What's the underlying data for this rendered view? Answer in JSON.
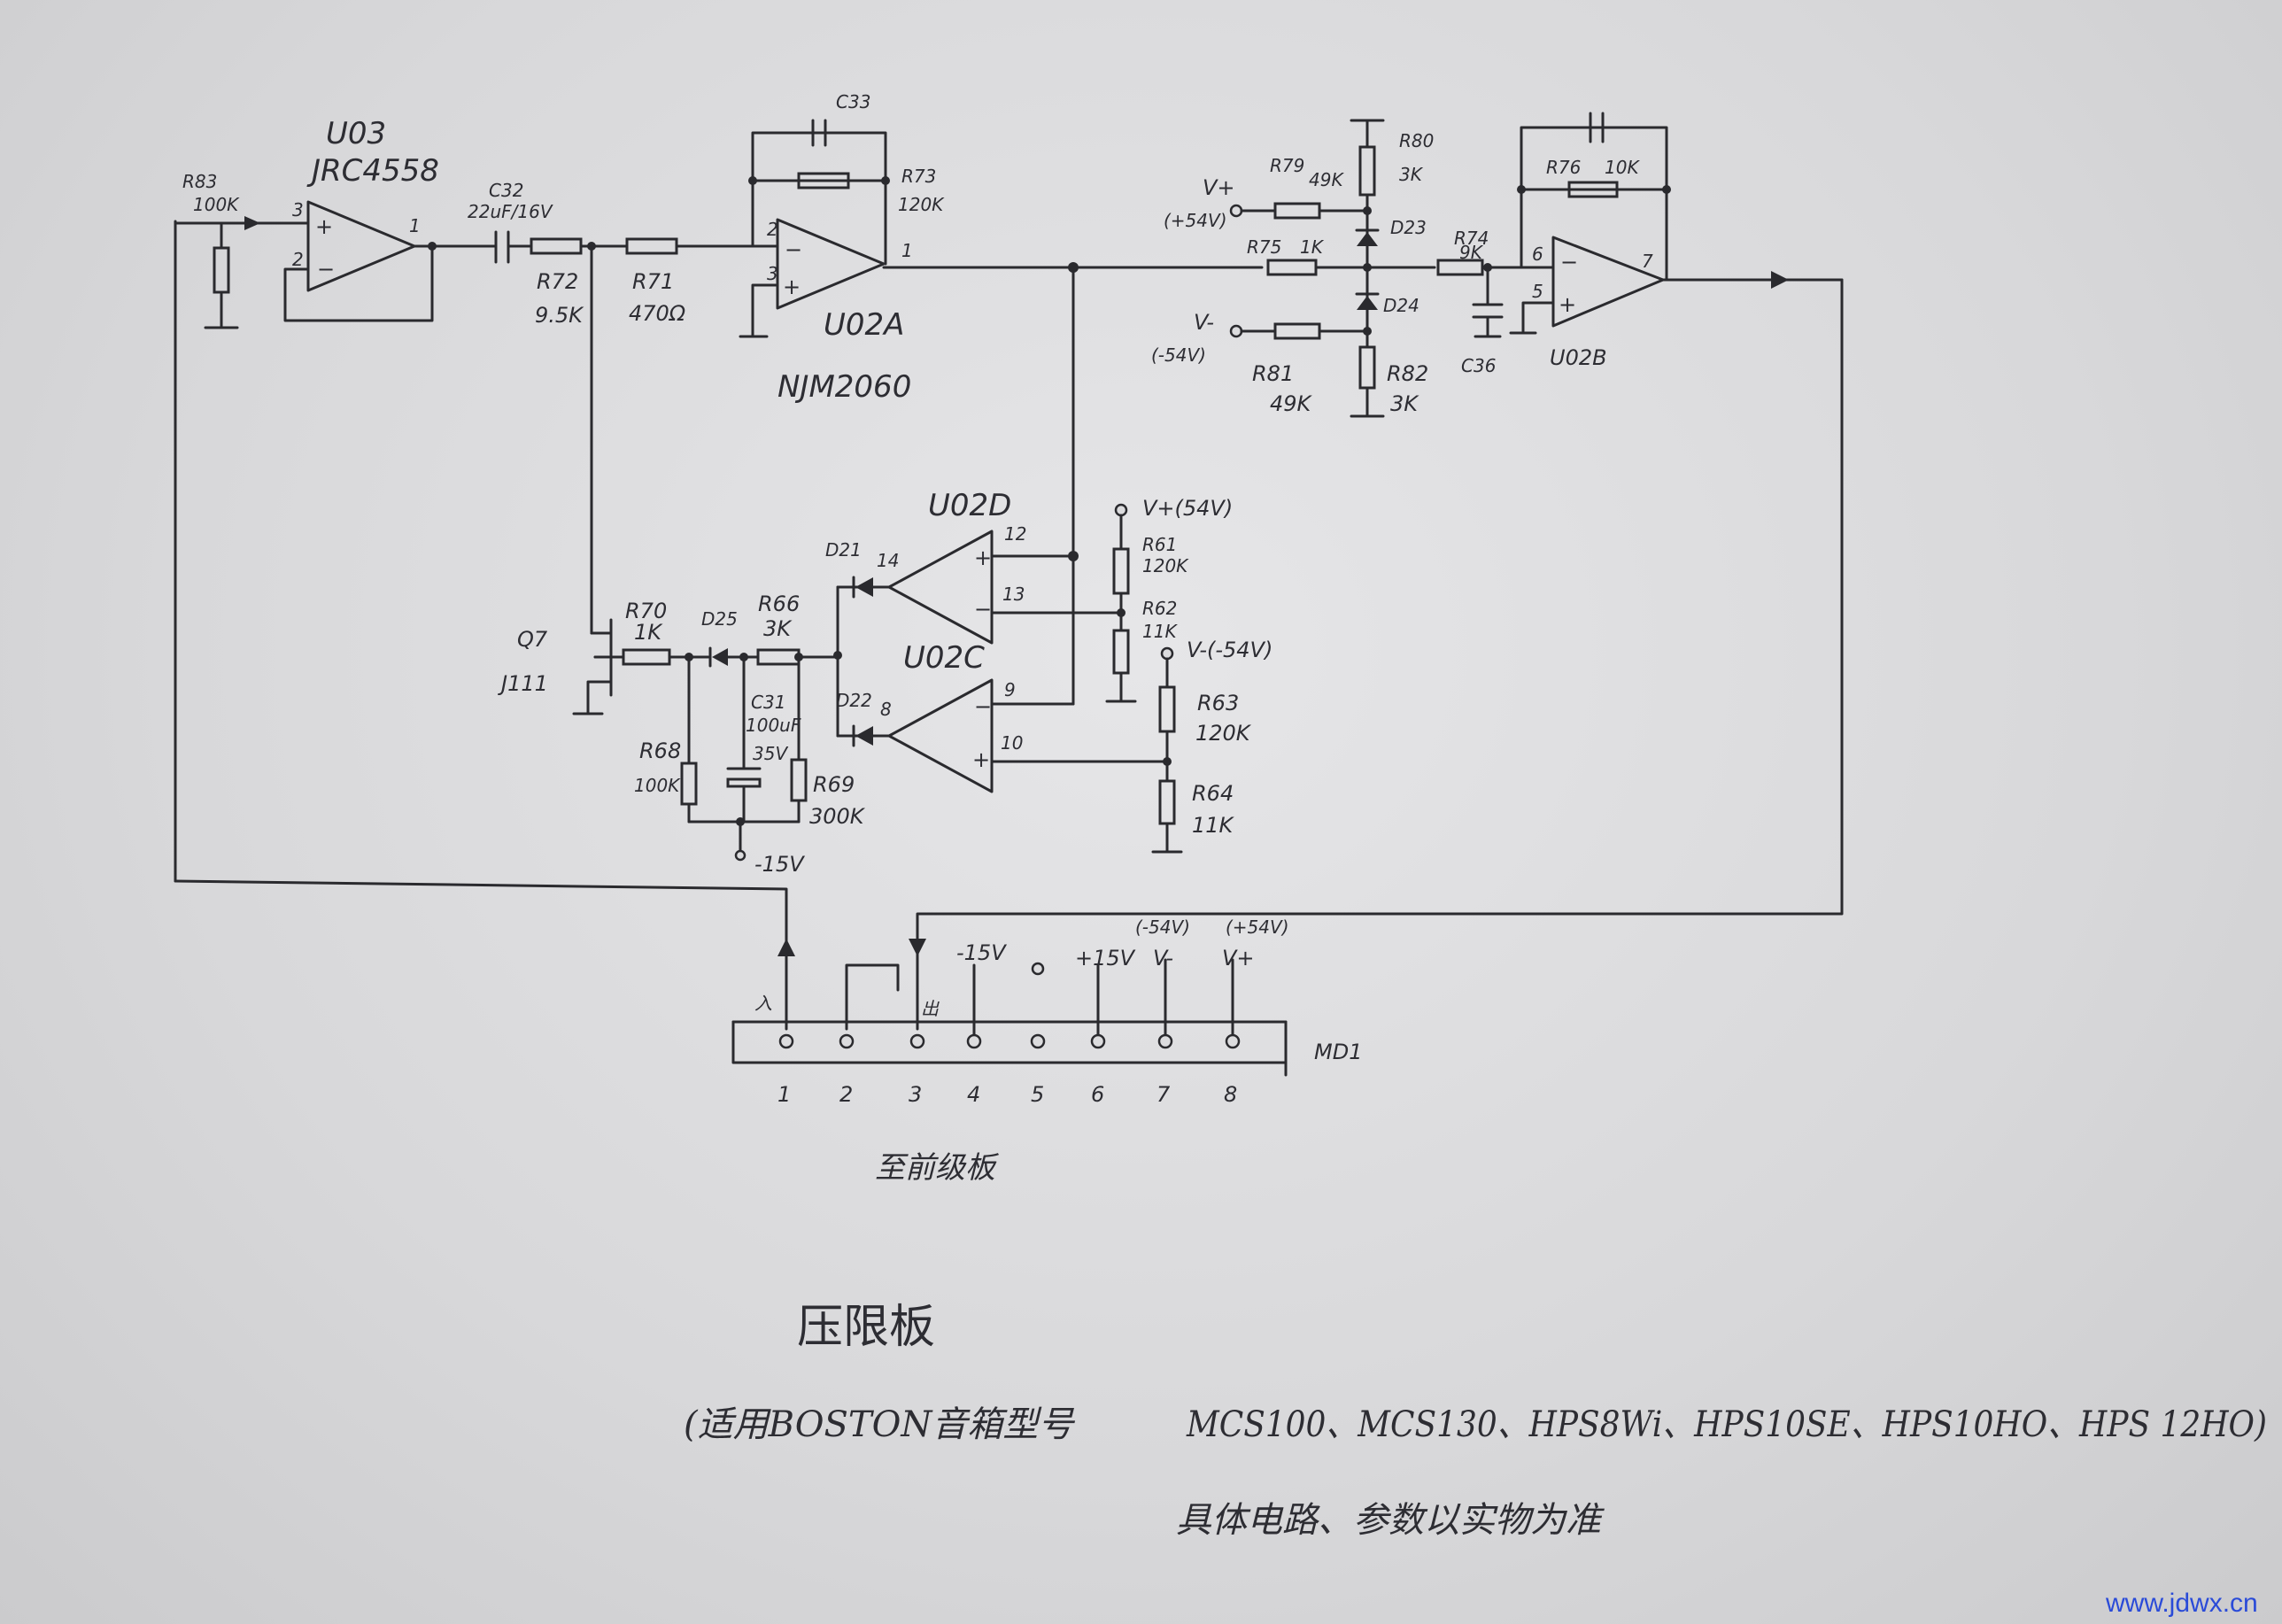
{
  "labels": {
    "u03_ref": "U03",
    "u03_part": "JRC4558",
    "r83_ref": "R83",
    "r83_val": "100K",
    "c32_ref": "C32",
    "c32_val": "22uF/16V",
    "r72_ref": "R72",
    "r72_val": "9.5K",
    "r71_ref": "R71",
    "r71_val": "470Ω",
    "c33_ref": "C33",
    "r73_ref": "R73",
    "r73_val": "120K",
    "u02a_ref": "U02A",
    "njm_part": "NJM2060",
    "vplus_in": "V+",
    "vplus_in_val": "(+54V)",
    "vminus_in": "V-",
    "vminus_in_val": "(-54V)",
    "r79_ref": "R79",
    "r79_val": "49K",
    "r80_ref": "R80",
    "r80_val": "3K",
    "r75_ref": "R75",
    "r75_val": "1K",
    "d23_ref": "D23",
    "d24_ref": "D24",
    "r74_ref": "R74",
    "r74_val": "9K",
    "r81_ref": "R81",
    "r81_val": "49K",
    "r82_ref": "R82",
    "r82_val": "3K",
    "c36_ref": "C36",
    "r76_ref": "R76",
    "r76_val": "10K",
    "u02b_ref": "U02B",
    "u02d_ref": "U02D",
    "u02c_ref": "U02C",
    "d21_ref": "D21",
    "d22_ref": "D22",
    "r61_ref": "R61",
    "r61_val": "120K",
    "r62_ref": "R62",
    "r62_val": "11K",
    "r63_ref": "R63",
    "r63_val": "120K",
    "r64_ref": "R64",
    "r64_val": "11K",
    "vplus_r61": "V+(54V)",
    "vminus_r63": "V-(-54V)",
    "q7_ref": "Q7",
    "q7_part": "J111",
    "r70_ref": "R70",
    "r70_val": "1K",
    "d25_ref": "D25",
    "r66_ref": "R66",
    "r66_val": "3K",
    "c31_ref": "C31",
    "c31_val": "100uF",
    "c31_v": "35V",
    "r68_ref": "R68",
    "r68_val": "100K",
    "r69_ref": "R69",
    "r69_val": "300K",
    "neg15": "-15V",
    "pins": {
      "p3": "3",
      "p1": "1",
      "p2": "2",
      "p5": "5",
      "p6": "6",
      "p7": "7",
      "p12": "12",
      "p13": "13",
      "p14": "14",
      "p9": "9",
      "p10": "10",
      "p8": "8"
    },
    "conn": {
      "in": "入",
      "out": "出",
      "neg15": "-15V",
      "pos15": "+15V",
      "vminus": "V-",
      "vplus": "V+",
      "vminus_val": "(-54V)",
      "vplus_val": "(+54V)",
      "name": "MD1",
      "nums": [
        "1",
        "2",
        "3",
        "4",
        "5",
        "6",
        "7",
        "8"
      ]
    },
    "to_front": "至前级板",
    "title": "压限板",
    "note1_a": "(适用BOSTON音箱型号",
    "note1_b": "MCS100、MCS130、HPS8Wi、HPS10SE、HPS10HO、HPS 12HO)",
    "note2": "具体电路、参数以实物为准",
    "watermark": "www.jdwx.cn"
  }
}
